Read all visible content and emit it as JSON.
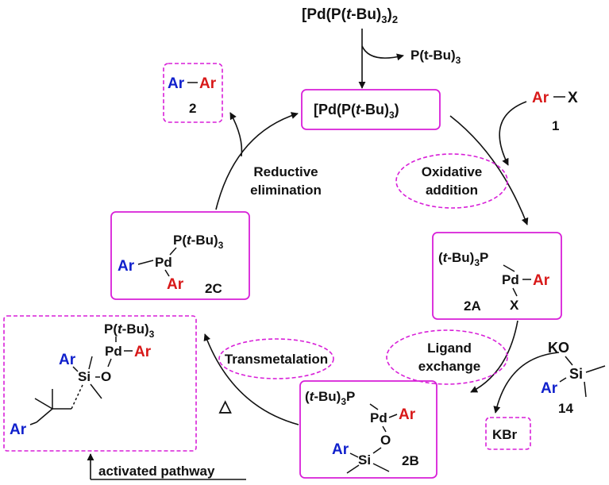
{
  "colors": {
    "accent_box": "#d81fd8",
    "ar_blue": "#1020cc",
    "ar_red": "#d81818",
    "text": "#111111"
  },
  "catalyst_precursor": {
    "open": "[Pd(P(",
    "t": "t",
    "mid": "-Bu)",
    "sub3": "3",
    "close": ")",
    "sub2": "2"
  },
  "released_ligand": {
    "text": "P(t-Bu)",
    "sub": "3"
  },
  "active_catalyst": {
    "open": "[Pd(P(",
    "t": "t",
    "mid": "-Bu)",
    "sub": "3",
    "close": ")"
  },
  "product": {
    "ar1": "Ar",
    "ar2": "Ar",
    "number": "2"
  },
  "aryl_halide": {
    "ar": "Ar",
    "x": "X",
    "number": "1"
  },
  "steps": {
    "oxidative_1": "Oxidative",
    "oxidative_2": "addition",
    "reductive_1": "Reductive",
    "reductive_2": "elimination",
    "ligand_1": "Ligand",
    "ligand_2": "exchange",
    "transmetalation": "Transmetalation"
  },
  "intermediate_2A": {
    "lig_open": "(",
    "t": "t",
    "lig_rest": "-Bu)",
    "sub": "3",
    "p": "P",
    "pd": "Pd",
    "ar": "Ar",
    "x": "X",
    "label": "2A"
  },
  "intermediate_2B": {
    "lig_open": "(",
    "t": "t",
    "lig_rest": "-Bu)",
    "sub": "3",
    "p": "P",
    "pd": "Pd",
    "ar": "Ar",
    "o": "O",
    "si": "Si",
    "ar2": "Ar",
    "label": "2B"
  },
  "intermediate_2C": {
    "p_open": "P(",
    "t": "t",
    "p_rest": "-Bu)",
    "sub": "3",
    "pd": "Pd",
    "ar_left": "Ar",
    "ar_right": "Ar",
    "label": "2C"
  },
  "silanolate": {
    "ko": "KO",
    "si": "Si",
    "ar": "Ar",
    "number": "14"
  },
  "byproduct": {
    "text": "KBr"
  },
  "heat_symbol": "△",
  "activated_complex": {
    "p_open": "P(",
    "t": "t",
    "p_rest": "-Bu)",
    "sub": "3",
    "pd": "Pd",
    "ar_pd": "Ar",
    "ar_si": "Ar",
    "si": "Si",
    "o": "O",
    "ar_bottom": "Ar"
  },
  "pathway_label": "activated pathway"
}
